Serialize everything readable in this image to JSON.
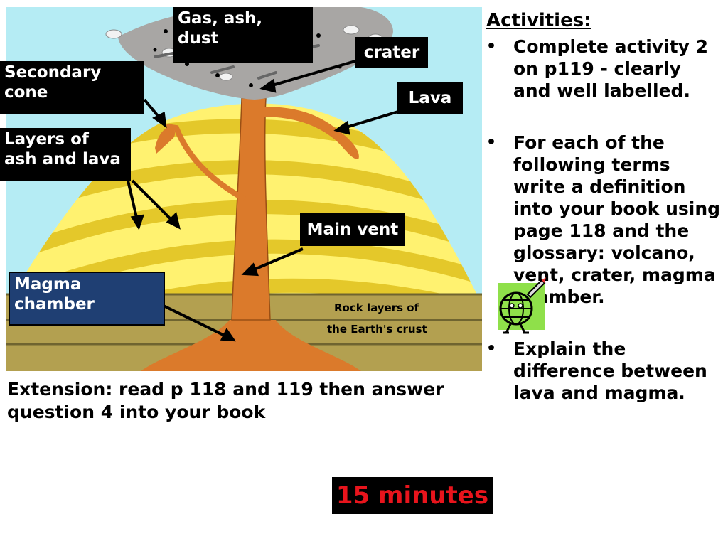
{
  "diagram": {
    "labels": {
      "gas_ash_dust": "Gas, ash, dust",
      "crater": "crater",
      "secondary_cone": "Secondary cone",
      "lava": "Lava",
      "layers": "Layers of ash and lava",
      "main_vent": "Main vent",
      "magma_chamber": "Magma chamber",
      "crust_line1": "Rock layers of",
      "crust_line2": "the Earth's crust"
    },
    "colors": {
      "sky": "#b5ecf4",
      "ash_cloud": "#a8a6a4",
      "layer_light": "#fff270",
      "layer_dark": "#e4c82a",
      "magma": "#db7a2b",
      "crust": "#b3a050",
      "label_bg": "#000000",
      "magma_label_bg": "#1f3f73"
    }
  },
  "activities": {
    "heading": "Activities:",
    "bullet": "•",
    "items": [
      "Complete activity 2 on p119 - clearly and well labelled.",
      "For each of the following terms write a definition into your book using page 118 and the glossary: volcano, vent, crater, magma chamber.",
      "Explain the difference between lava and magma."
    ]
  },
  "extension": "Extension: read p 118 and 119 then answer question 4 into your book",
  "timer": {
    "text": "15 minutes",
    "color": "#e8141c"
  },
  "icons": {
    "clipart": "globe-rocket-icon"
  }
}
